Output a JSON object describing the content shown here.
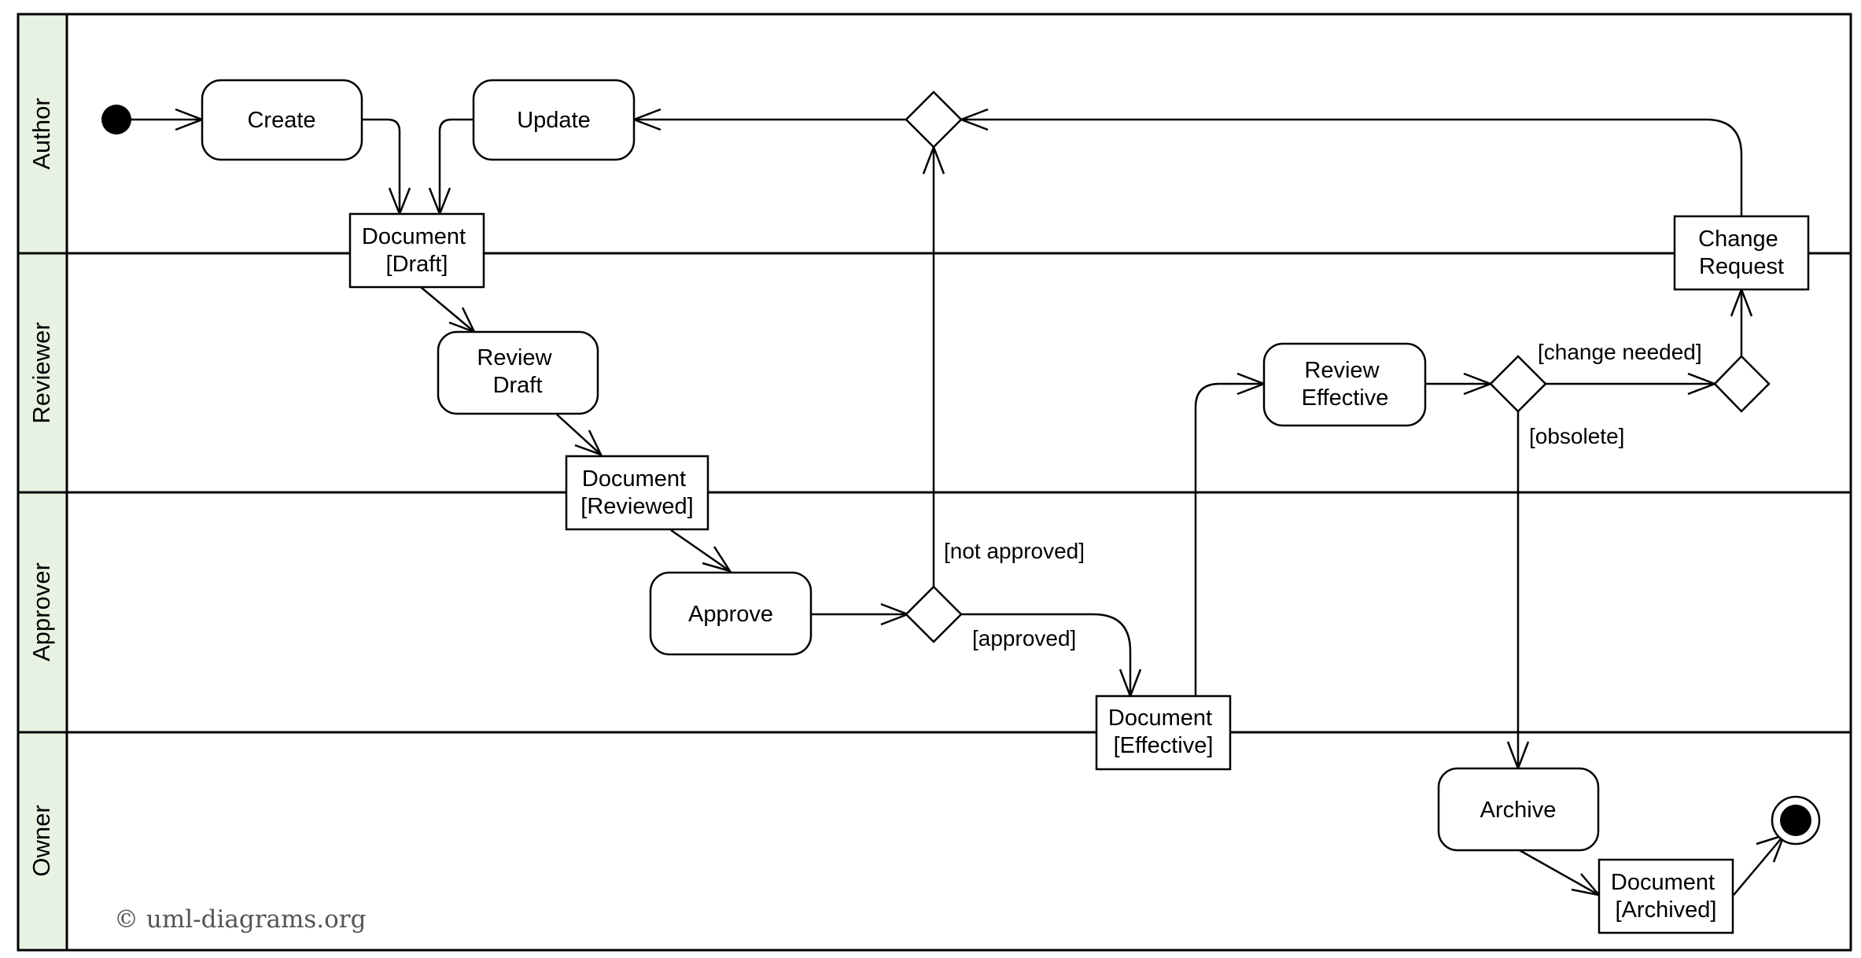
{
  "colors": {
    "lane_header": "#e8f2e2",
    "line": "#000000",
    "watermark": "#555555"
  },
  "lanes": [
    {
      "label": "Author"
    },
    {
      "label": "Reviewer"
    },
    {
      "label": "Approver"
    },
    {
      "label": "Owner"
    }
  ],
  "actions": {
    "create": "Create",
    "update": "Update",
    "review_draft": [
      "Review",
      "Draft"
    ],
    "approve": "Approve",
    "review_effective": [
      "Review",
      "Effective"
    ],
    "archive": "Archive"
  },
  "objects": {
    "doc_draft": [
      "Document",
      "[Draft]"
    ],
    "doc_reviewed": [
      "Document",
      "[Reviewed]"
    ],
    "doc_effective": [
      "Document",
      "[Effective]"
    ],
    "doc_archived": [
      "Document",
      "[Archived]"
    ],
    "change_request": [
      "Change",
      "Request"
    ]
  },
  "guards": {
    "not_approved": "[not approved]",
    "approved": "[approved]",
    "change_needed": "[change needed]",
    "obsolete": "[obsolete]"
  },
  "watermark": "© uml-diagrams.org"
}
